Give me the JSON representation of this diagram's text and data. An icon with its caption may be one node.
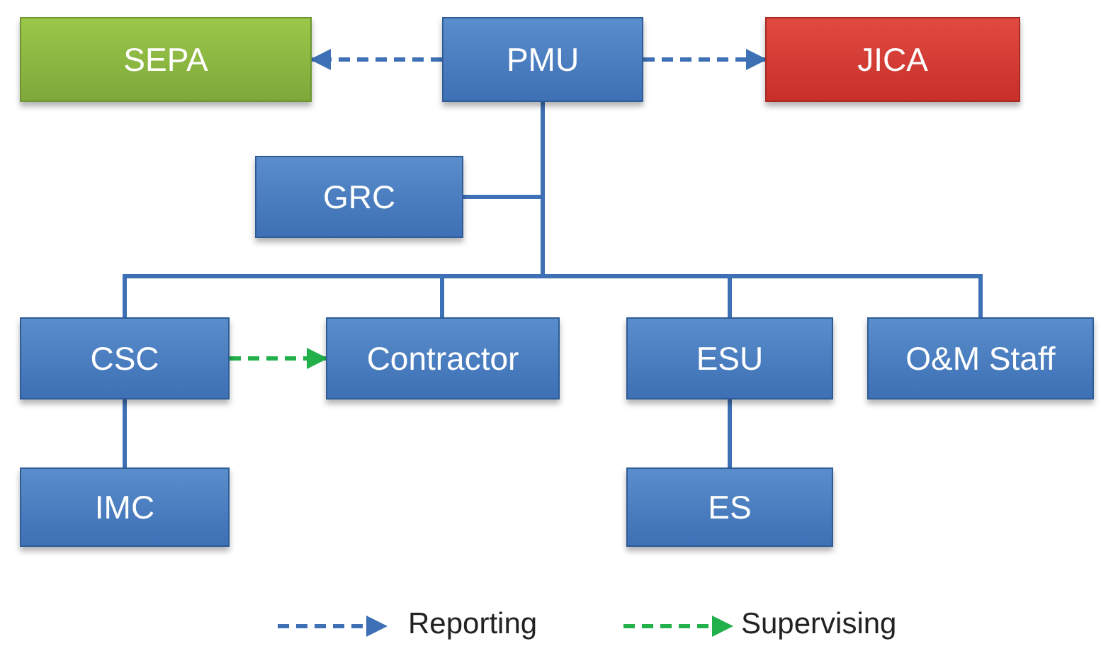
{
  "diagram": {
    "nodes": [
      {
        "text": [
          "SEPA"
        ]
      },
      {
        "text": [
          "PMU"
        ]
      },
      {
        "text": [
          "JICA"
        ]
      },
      {
        "text": [
          "GRC"
        ]
      },
      {
        "text": [
          "CSC"
        ]
      },
      {
        "text": [
          "Contractor"
        ]
      },
      {
        "text": [
          "ESU"
        ]
      },
      {
        "text": [
          "O&M Staff"
        ]
      },
      {
        "text": [
          "IMC"
        ]
      },
      {
        "text": [
          "ES"
        ]
      }
    ],
    "edges": [
      {
        "from": 1,
        "to": 0,
        "arrow": "to",
        "style": "dashed"
      },
      {
        "from": 1,
        "to": 2,
        "arrow": "to",
        "style": "dashed"
      },
      {
        "from": 1,
        "to": 3,
        "arrow": "none"
      },
      {
        "from": 1,
        "to": 4,
        "arrow": "none"
      },
      {
        "from": 1,
        "to": 5,
        "arrow": "none"
      },
      {
        "from": 1,
        "to": 6,
        "arrow": "none"
      },
      {
        "from": 1,
        "to": 7,
        "arrow": "none"
      },
      {
        "from": 4,
        "to": 5,
        "arrow": "to",
        "style": "dashed",
        "color": "#22b04b"
      },
      {
        "from": 4,
        "to": 8,
        "arrow": "none"
      },
      {
        "from": 6,
        "to": 9,
        "arrow": "none"
      }
    ],
    "legend": [
      {
        "text": "Reporting"
      },
      {
        "text": "Supervising"
      }
    ]
  }
}
